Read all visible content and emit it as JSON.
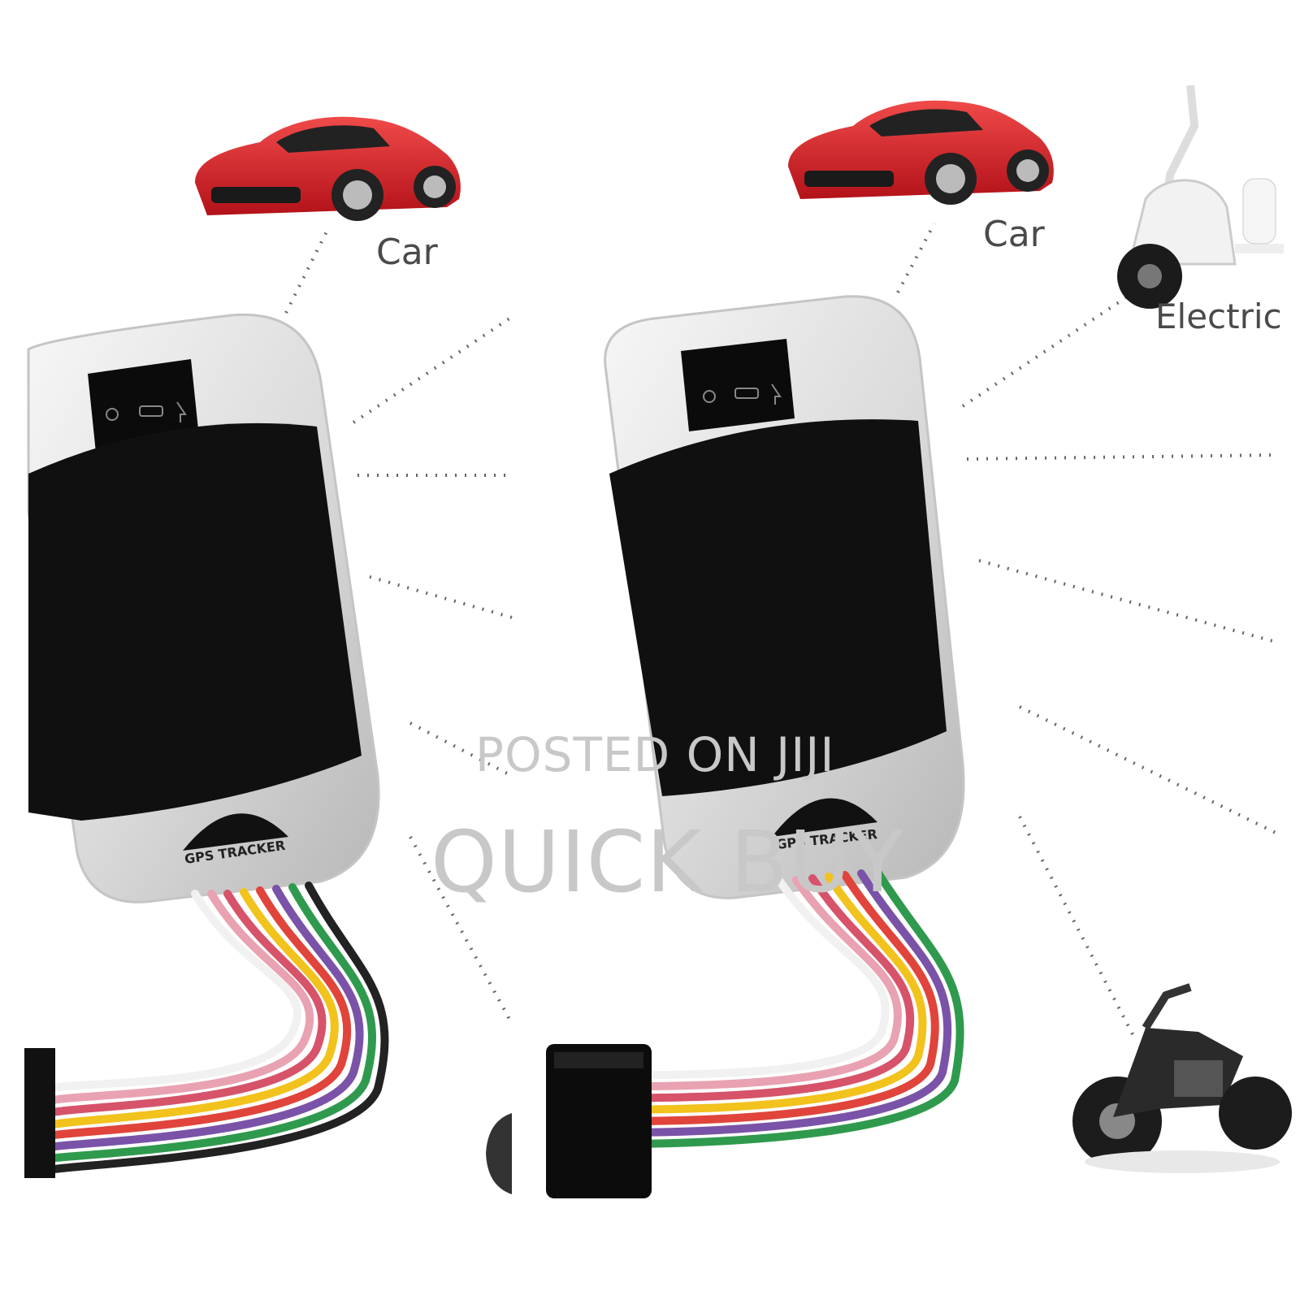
{
  "image": {
    "description_visible_text": {
      "left_panel": {
        "car_label": "Car",
        "device_logo": "GPS TRACKER"
      },
      "right_panel": {
        "car_label": "Car",
        "scooter_label": "Electric",
        "device_logo": "GPS TRACKER"
      }
    },
    "watermark": {
      "line1": "POSTED ON JIJI",
      "line2": "QUICK BUY"
    },
    "colors": {
      "background": "#ffffff",
      "car_red": "#d8232a",
      "device_silver": "#e6e6e6",
      "device_black": "#111111",
      "label_gray": "#4a4a4a",
      "watermark_gray": "#c8c8c8"
    },
    "icons": [
      "car-icon",
      "electric-scooter-icon",
      "motorcycle-icon",
      "gps-tracker-device-icon",
      "wire-harness-icon",
      "connector-icon"
    ]
  }
}
